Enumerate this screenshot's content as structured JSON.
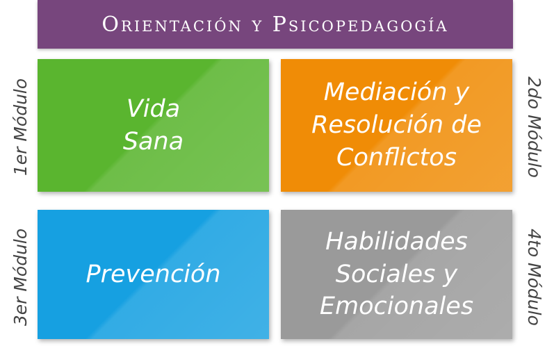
{
  "header": {
    "title": "Orientación y Psicopedagogía"
  },
  "colors": {
    "header": "#77467d",
    "module_1": "#5ab52f",
    "module_2": "#f08c06",
    "module_3": "#16a0e1",
    "module_4": "#9a9a9a"
  },
  "modules": [
    {
      "label": "1er Módulo",
      "lines": [
        "Vida",
        "Sana"
      ]
    },
    {
      "label": "2do Módulo",
      "lines": [
        "Mediación y",
        "Resolución de",
        "Conflictos"
      ]
    },
    {
      "label": "3er Módulo",
      "lines": [
        "Prevención"
      ]
    },
    {
      "label": "4to Módulo",
      "lines": [
        "Habilidades",
        "Sociales y",
        "Emocionales"
      ]
    }
  ]
}
